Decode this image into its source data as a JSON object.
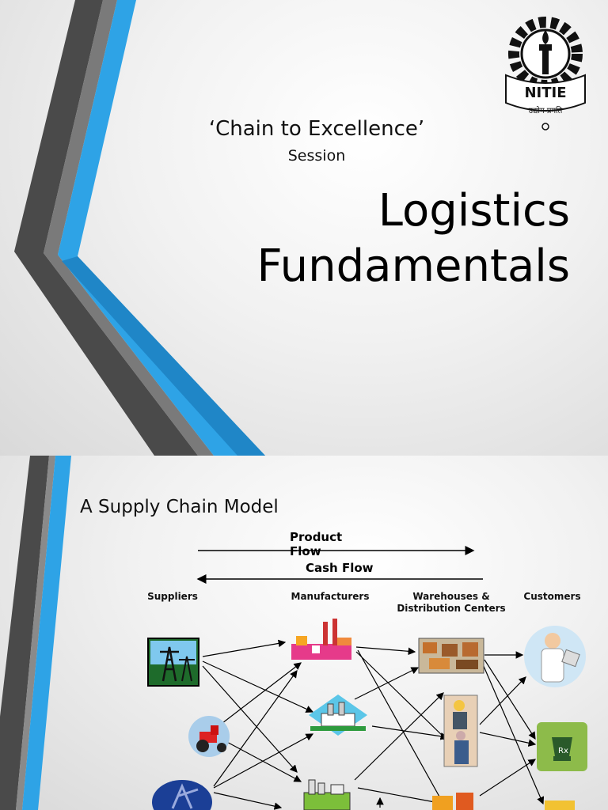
{
  "slide1": {
    "subtitle": "‘Chain to Excellence’",
    "session": "Session",
    "title_line1": "Logistics",
    "title_line2": "Fundamentals",
    "logo": {
      "text": "NITIE",
      "tagline": "उद्योग प्रगति",
      "icon": "torch-gear-icon"
    }
  },
  "slide2": {
    "heading": "A Supply Chain Model",
    "product_flow": "Product Flow",
    "cash_flow": "Cash Flow",
    "columns": {
      "suppliers": "Suppliers",
      "manufacturers": "Manufacturers",
      "warehouses_line1": "Warehouses &",
      "warehouses_line2": "Distribution Centers",
      "customers": "Customers"
    },
    "nodes": {
      "suppliers": [
        "power-tower-icon",
        "tractor-icon",
        "oil-pump-icon"
      ],
      "manufacturers": [
        "factory-icon",
        "refinery-icon",
        "plant-icon"
      ],
      "warehouses": [
        "warehouse-interior-icon",
        "workers-icon",
        "forklift-icon"
      ],
      "customers": [
        "doctor-icon",
        "pharmacy-icon",
        "store-icon"
      ]
    }
  },
  "colors": {
    "accent_blue": "#2ea3e6",
    "band_dark": "#3b3b3b",
    "band_gray": "#5a5a5a"
  }
}
